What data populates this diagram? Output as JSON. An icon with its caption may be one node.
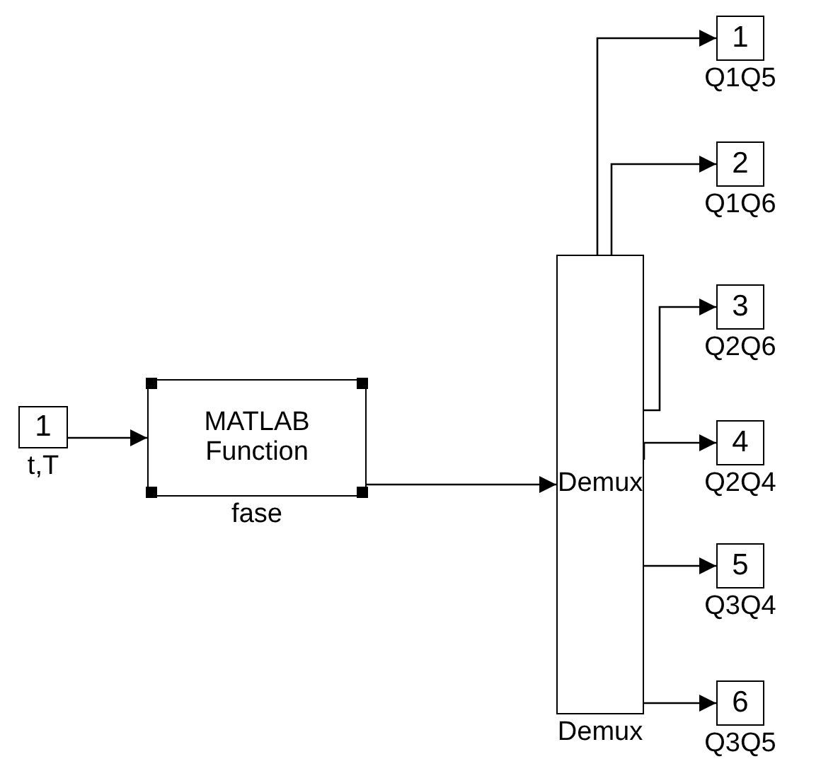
{
  "diagram": {
    "nodes": [
      {
        "text": [
          "1"
        ],
        "beside": [
          "t,T"
        ]
      },
      {
        "text": [
          "MATLAB Function"
        ],
        "beside": [
          "fase"
        ]
      },
      {
        "text": [
          "Demux"
        ],
        "beside": [
          "Demux"
        ]
      },
      {
        "text": [
          "1"
        ],
        "beside": [
          "Q1Q5"
        ]
      },
      {
        "text": [
          "2"
        ],
        "beside": [
          "Q1Q6"
        ]
      },
      {
        "text": [
          "3"
        ],
        "beside": [
          "Q2Q6"
        ]
      },
      {
        "text": [
          "4"
        ],
        "beside": [
          "Q2Q4"
        ]
      },
      {
        "text": [
          "5"
        ],
        "beside": [
          "Q3Q4"
        ]
      },
      {
        "text": [
          "6"
        ],
        "beside": [
          "Q3Q5"
        ]
      }
    ],
    "edges": [
      {
        "from": 0,
        "to": 1,
        "arrow": "to"
      },
      {
        "from": 1,
        "to": 2,
        "arrow": "to"
      },
      {
        "from": 2,
        "to": 3,
        "arrow": "to"
      },
      {
        "from": 2,
        "to": 4,
        "arrow": "to"
      },
      {
        "from": 2,
        "to": 5,
        "arrow": "to"
      },
      {
        "from": 2,
        "to": 6,
        "arrow": "to"
      },
      {
        "from": 2,
        "to": 7,
        "arrow": "to"
      },
      {
        "from": 2,
        "to": 8,
        "arrow": "to"
      }
    ]
  }
}
